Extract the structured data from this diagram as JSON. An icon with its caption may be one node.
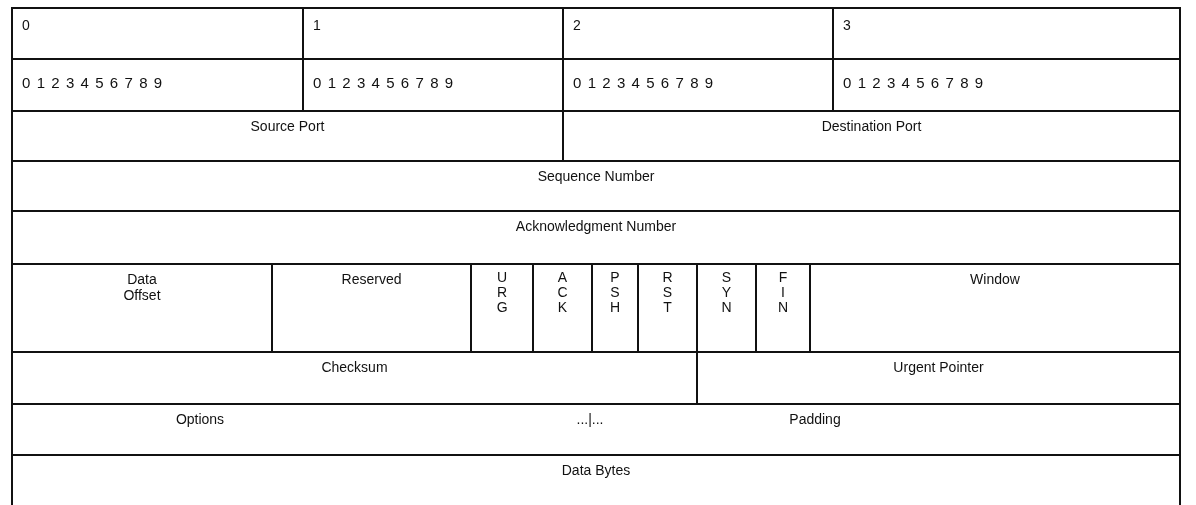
{
  "diagram": {
    "labels": [
      "0",
      "1",
      "2",
      "3",
      "0123456789",
      "0123456789",
      "0123456789",
      "0123456789",
      "Source Port",
      "Destination Port",
      "Sequence Number",
      "Acknowledgment Number",
      "Data Offset",
      "Reserved",
      "URG",
      "ACK",
      "PSH",
      "RST",
      "SYN",
      "FIN",
      "Window",
      "Checksum",
      "Urgent Pointer",
      "Options",
      "...|...",
      "Padding",
      "Data Bytes"
    ]
  }
}
